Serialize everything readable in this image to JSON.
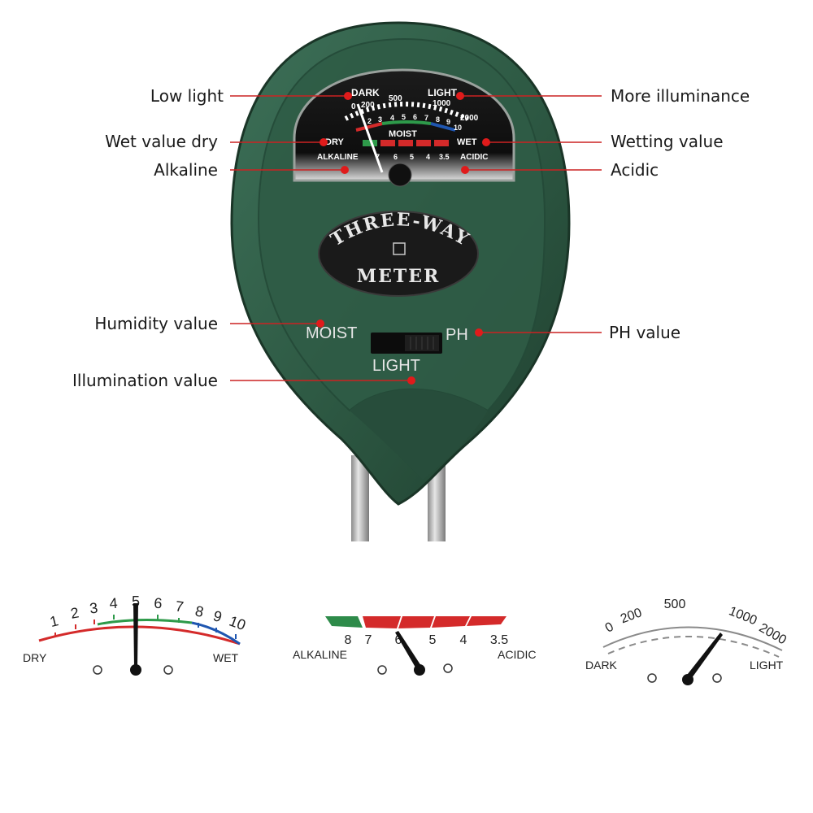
{
  "device": {
    "badge_line1": "THREE-WAY",
    "badge_line2": "METER",
    "switch_left": "MOIST",
    "switch_right": "PH",
    "switch_bottom": "LIGHT",
    "dial": {
      "dark": "DARK",
      "light": "LIGHT",
      "light_ticks": [
        "0",
        "200",
        "500",
        "1000",
        "2000"
      ],
      "dry": "DRY",
      "wet": "WET",
      "moist": "MOIST",
      "moist_ticks": [
        "1",
        "2",
        "3",
        "4",
        "5",
        "6",
        "7",
        "8",
        "9",
        "10"
      ],
      "alkaline": "ALKALINE",
      "acidic": "ACIDIC",
      "ph_ticks": [
        "7",
        "6",
        "5",
        "4",
        "3.5"
      ]
    },
    "colors": {
      "body": "#2e5a44",
      "body_dark": "#1f3f2f",
      "callout_line": "#cc2222",
      "dot": "#e01b1b"
    }
  },
  "callouts": {
    "low_light": "Low light",
    "more_illuminance": "More illuminance",
    "wet_value_dry": "Wet value dry",
    "wetting_value": "Wetting value",
    "alkaline": "Alkaline",
    "acidic": "Acidic",
    "humidity_value": "Humidity value",
    "ph_value": "PH value",
    "illumination_value": "Illumination value"
  },
  "gauges": {
    "moisture": {
      "ticks": [
        "1",
        "2",
        "3",
        "4",
        "5",
        "6",
        "7",
        "8",
        "9",
        "10"
      ],
      "left_label": "DRY",
      "right_label": "WET",
      "reading": 5,
      "colors": {
        "dry": "#d42a2a",
        "mid": "#2e9a4a",
        "wet": "#1f56b0"
      }
    },
    "ph": {
      "ticks": [
        "8",
        "7",
        "6",
        "5",
        "4",
        "3.5"
      ],
      "left_label": "ALKALINE",
      "right_label": "ACIDIC",
      "reading": 6,
      "colors": {
        "alkaline": "#2e8b4a",
        "acidic": "#d42a2a"
      }
    },
    "light": {
      "ticks": [
        "0",
        "200",
        "500",
        "1000",
        "2000"
      ],
      "left_label": "DARK",
      "right_label": "LIGHT",
      "reading": 1000
    }
  }
}
